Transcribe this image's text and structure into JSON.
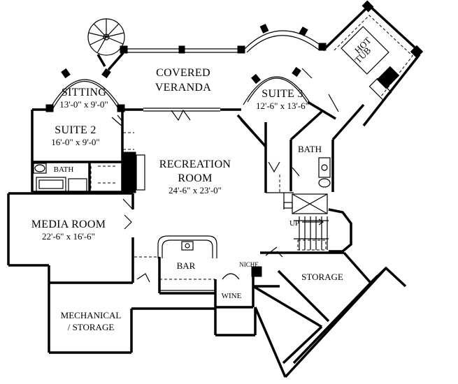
{
  "rooms": {
    "covered_veranda": {
      "line1": "COVERED",
      "line2": "VERANDA"
    },
    "hot_tub": {
      "line1": "HOT",
      "line2": "TUB"
    },
    "sitting": {
      "name": "SITTING",
      "size": "13'-0\" x 9'-0\""
    },
    "suite2": {
      "name": "SUITE 2",
      "size": "16'-0\" x 9'-0\""
    },
    "suite3": {
      "name": "SUITE 3",
      "size": "12'-6\" x 13'-6\""
    },
    "bath_left": {
      "name": "BATH"
    },
    "bath_right": {
      "name": "BATH"
    },
    "recreation": {
      "line1": "RECREATION",
      "line2": "ROOM",
      "size": "24'-6\" x 23'-0\""
    },
    "media": {
      "name": "MEDIA ROOM",
      "size": "22'-6\" x 16'-6\""
    },
    "bar": {
      "name": "BAR"
    },
    "niche": {
      "name": "NICHE"
    },
    "wine": {
      "name": "WINE"
    },
    "storage": {
      "name": "STORAGE"
    },
    "mechanical": {
      "line1": "MECHANICAL",
      "line2": "/ STORAGE"
    },
    "stairs": {
      "label": "UP"
    }
  }
}
